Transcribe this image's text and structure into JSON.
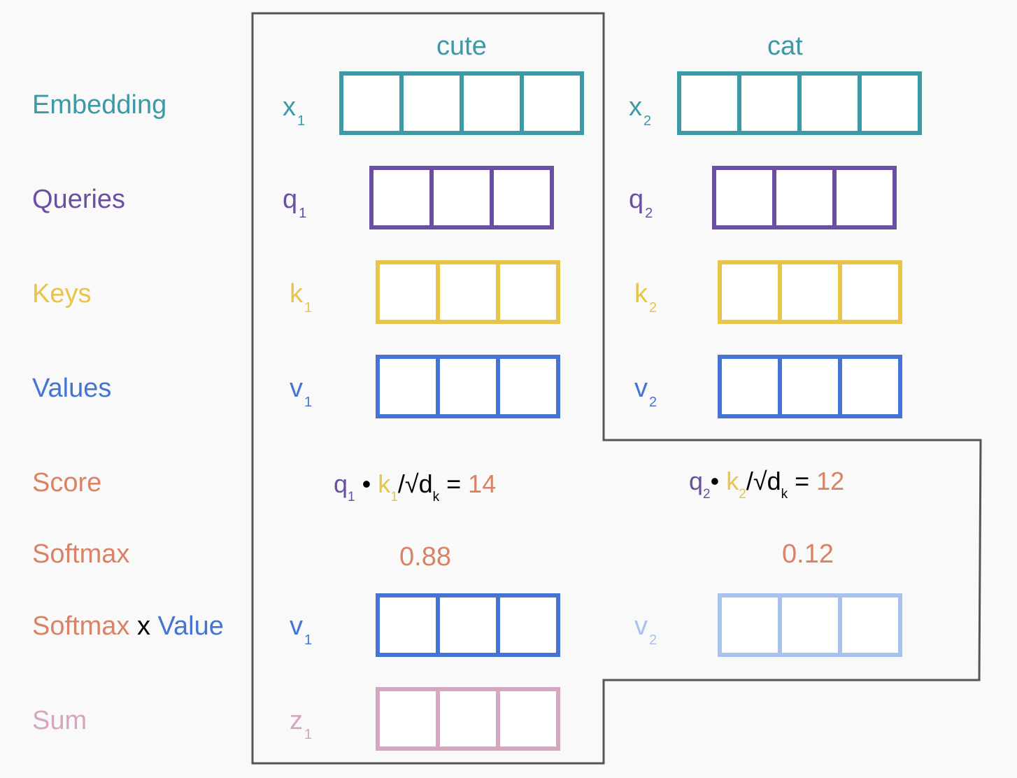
{
  "colors": {
    "embedding": "#3b9aa6",
    "queries": "#6a4fa3",
    "keys": "#e8c44b",
    "values": "#4574d4",
    "values_faded": "#a9c1ee",
    "score": "#d98366",
    "sum": "#d4a6bf",
    "frame": "#555555",
    "text_black": "#000000"
  },
  "rows": {
    "embedding": "Embedding",
    "queries": "Queries",
    "keys": "Keys",
    "values": "Values",
    "score": "Score",
    "softmax": "Softmax",
    "softmax_value": {
      "softmax": "Softmax",
      "x": "x",
      "value": "Value"
    },
    "sum": "Sum"
  },
  "tokens": [
    {
      "word": "cute",
      "embedding": {
        "letter": "x",
        "sub": "1",
        "cells": 4
      },
      "query": {
        "letter": "q",
        "sub": "1",
        "cells": 3
      },
      "key": {
        "letter": "k",
        "sub": "1",
        "cells": 3
      },
      "value": {
        "letter": "v",
        "sub": "1",
        "cells": 3
      },
      "score": {
        "q": "q",
        "q_sub": "1",
        "dot": "•",
        "k": "k",
        "k_sub": "1",
        "div": "/√d",
        "d_sub": "k",
        "eq": "=",
        "value": "14"
      },
      "softmax": "0.88",
      "weighted_value": {
        "letter": "v",
        "sub": "1",
        "cells": 3
      },
      "sum": {
        "letter": "z",
        "sub": "1",
        "cells": 3
      }
    },
    {
      "word": "cat",
      "embedding": {
        "letter": "x",
        "sub": "2",
        "cells": 4
      },
      "query": {
        "letter": "q",
        "sub": "2",
        "cells": 3
      },
      "key": {
        "letter": "k",
        "sub": "2",
        "cells": 3
      },
      "value": {
        "letter": "v",
        "sub": "2",
        "cells": 3
      },
      "score": {
        "q": "q",
        "q_sub": "2",
        "dot": "•",
        "k": "k",
        "k_sub": "2",
        "div": "/√d",
        "d_sub": "k",
        "eq": "=",
        "value": "12"
      },
      "softmax": "0.12",
      "weighted_value": {
        "letter": "v",
        "sub": "2",
        "cells": 3
      }
    }
  ]
}
